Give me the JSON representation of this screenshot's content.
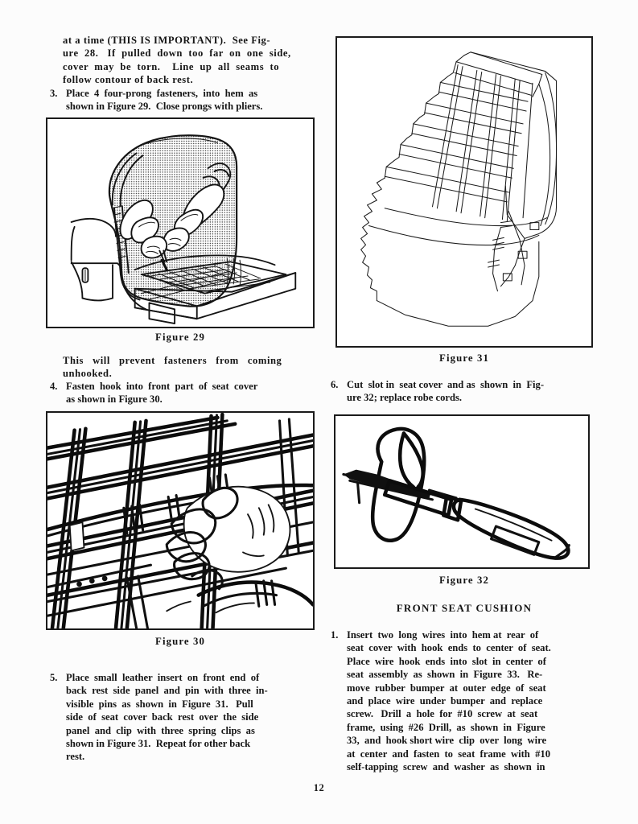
{
  "document": {
    "page_number": "12",
    "page_label": "12"
  },
  "left_column": {
    "para_continued": {
      "lines": [
        "at a time (THIS IS IMPORTANT).  See Fig-",
        "ure  28.   If  pulled  down  too  far  on  one  side,",
        "cover  may  be  torn.    Line  up  all  seams  to",
        "follow contour of back rest."
      ]
    },
    "item3": {
      "number": "3.",
      "lines": [
        "Place  4  four-prong  fasteners,  into  hem  as",
        "shown in Figure 29.  Close prongs with pliers."
      ]
    },
    "figure29": {
      "caption": "Figure 29",
      "alt": "Hands pressing four-prong fasteners into the hem of a seat back cover"
    },
    "para_after_fig29": {
      "lines": [
        "This   will   prevent   fasteners   from   coming",
        "unhooked."
      ]
    },
    "item4": {
      "number": "4.",
      "lines": [
        "Fasten  hook  into  front  part  of  seat  cover",
        "as shown in Figure 30."
      ]
    },
    "figure30": {
      "caption": "Figure 30",
      "alt": "Close-up of a hand fastening a hook under plaid seat cover fabric"
    },
    "item5": {
      "number": "5.",
      "lines": [
        "Place  small  leather  insert  on  front  end  of",
        "back  rest  side  panel  and  pin  with  three  in-",
        "visible  pins  as  shown  in  Figure  31.   Pull",
        "side  of  seat  cover  back  rest  over  the  side",
        "panel  and  clip  with  three  spring  clips  as",
        "shown in Figure 31.  Repeat for other back",
        "rest."
      ]
    }
  },
  "right_column": {
    "figure31": {
      "caption": "Figure 31",
      "alt": "Line drawing of plaid seat back cover with side panel and spring clips"
    },
    "item6": {
      "number": "6.",
      "lines": [
        "Cut  slot in  seat cover  and as  shown  in  Fig-",
        "ure 32; replace robe cords."
      ]
    },
    "figure32": {
      "caption": "Figure 32",
      "alt": "Knife blade cutting a slot in the seat cover"
    },
    "section_heading": "FRONT SEAT CUSHION",
    "item1": {
      "number": "1.",
      "lines": [
        "Insert  two  long  wires  into  hem at  rear  of",
        "seat  cover  with  hook  ends  to  center  of  seat.",
        "Place  wire  hook  ends  into  slot  in  center  of",
        "seat  assembly  as  shown  in  Figure  33.   Re-",
        "move  rubber  bumper  at  outer  edge  of  seat",
        "and  place  wire  under  bumper  and  replace",
        "screw.   Drill  a  hole  for  #10  screw  at  seat",
        "frame,  using  #26  Drill,  as  shown  in  Figure",
        "33,  and  hook short wire  clip  over  long  wire",
        "at  center  and  fasten  to  seat  frame  with  #10",
        "self-tapping  screw  and  washer  as  shown  in"
      ]
    }
  },
  "colors": {
    "ink": "#151515",
    "paper": "#fcfcfc",
    "rule": "#1b1b1b"
  }
}
